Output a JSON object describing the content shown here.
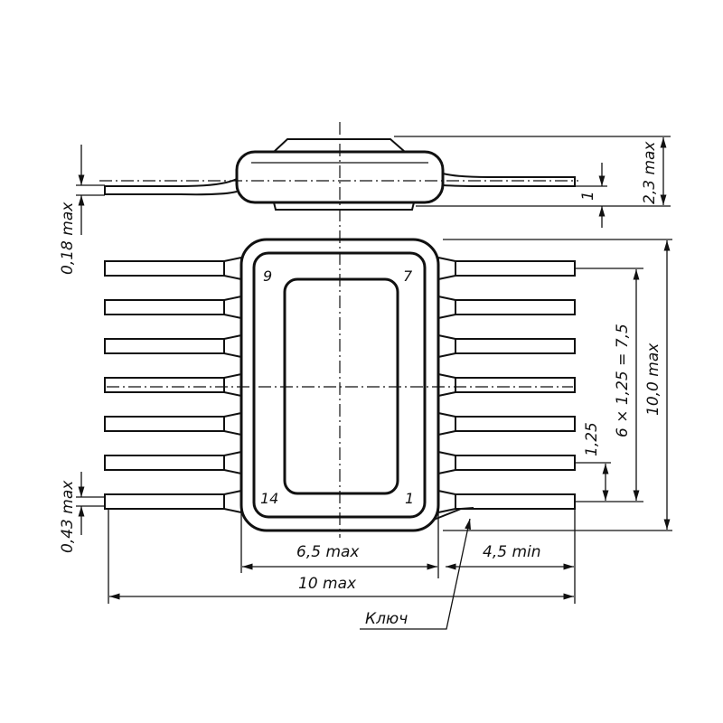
{
  "dimensions": {
    "lead_thickness": "0,18 max",
    "lead_width": "0,43 max",
    "height_total": "2,3 max",
    "standoff": "1",
    "pitch_total": "6 × 1,25 = 7,5",
    "body_length": "10,0 max",
    "pitch": "1,25",
    "body_width": "6,5 max",
    "lead_length": "4,5 min",
    "overall_width": "10 max"
  },
  "pin_labels": {
    "top_left": "9",
    "top_right": "7",
    "bottom_left": "14",
    "bottom_right": "1"
  },
  "key_label": "Ключ"
}
